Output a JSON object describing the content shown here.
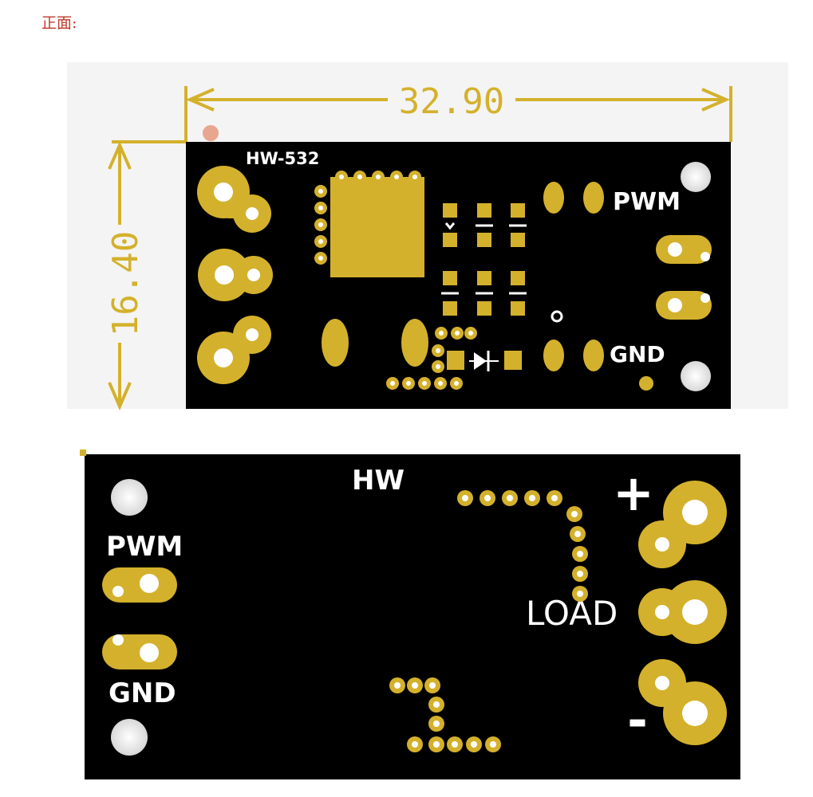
{
  "heading": "正面:",
  "top_board": {
    "dim_width": "32.90",
    "dim_height": "16.40",
    "model": "HW-532",
    "pwm": "PWM",
    "gnd": "GND"
  },
  "bottom_board": {
    "model": "HW",
    "pwm": "PWM",
    "gnd": "GND",
    "load": "LOAD",
    "plus": "+",
    "minus": "-"
  },
  "colors": {
    "pcb": "#000000",
    "copper": "#d4b12c",
    "silk": "#ffffff",
    "dimension": "#d4b12c"
  }
}
